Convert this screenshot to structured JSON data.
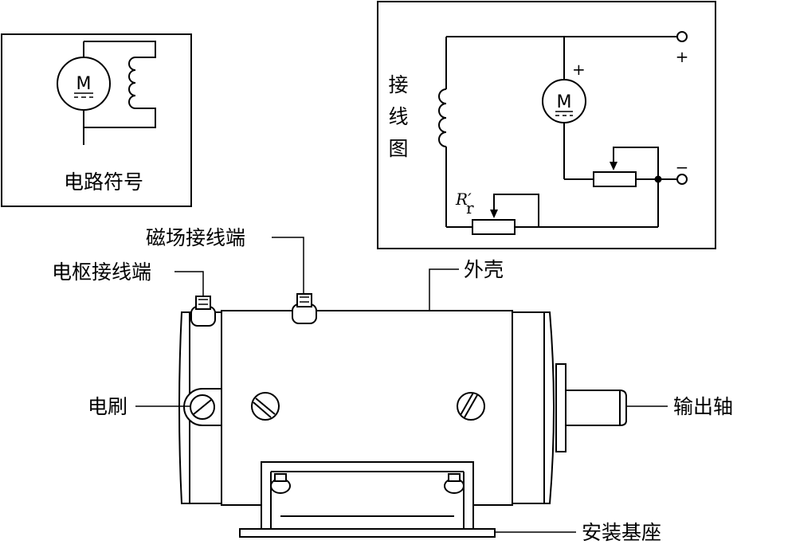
{
  "symbol_panel": {
    "caption": "电路符号",
    "motor_letter": "M"
  },
  "wiring_panel": {
    "caption_chars": [
      "接",
      "线",
      "图"
    ],
    "motor_letter": "M",
    "plus_sign": "+",
    "minus_sign": "−",
    "terminal_plus": "+",
    "terminal_minus": "−",
    "resistor_label_main": "R",
    "resistor_label_prime": "′",
    "resistor_label_sub": "r"
  },
  "motor_labels": {
    "field_terminal": "磁场接线端",
    "armature_terminal": "电枢接线端",
    "housing": "外壳",
    "brush": "电刷",
    "output_shaft": "输出轴",
    "mounting_base": "安装基座"
  }
}
